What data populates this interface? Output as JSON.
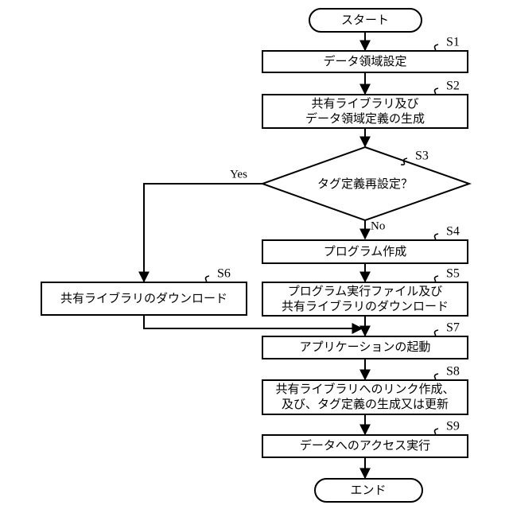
{
  "diagram": {
    "type": "flowchart",
    "language": "ja",
    "start_terminator": {
      "id": "start",
      "label": "スタート"
    },
    "end_terminator": {
      "id": "end",
      "label": "エンド"
    },
    "branch_labels": {
      "yes": "Yes",
      "no": "No"
    },
    "decision": {
      "id": "S3",
      "step_label": "S3",
      "text": "タグ定義再設定？",
      "yes_label": "Yes",
      "no_label": "No"
    },
    "steps": [
      {
        "id": "S1",
        "step_label": "S1",
        "lines": [
          "データ領域設定"
        ]
      },
      {
        "id": "S2",
        "step_label": "S2",
        "lines": [
          "共有ライブラリ及び",
          "データ領域定義の生成"
        ]
      },
      {
        "id": "S4",
        "step_label": "S4",
        "lines": [
          "プログラム作成"
        ]
      },
      {
        "id": "S5",
        "step_label": "S5",
        "lines": [
          "プログラム実行ファイル及び",
          "共有ライブラリのダウンロード"
        ]
      },
      {
        "id": "S6",
        "step_label": "S6",
        "lines": [
          "共有ライブラリのダウンロード"
        ]
      },
      {
        "id": "S7",
        "step_label": "S7",
        "lines": [
          "アプリケーションの起動"
        ]
      },
      {
        "id": "S8",
        "step_label": "S8",
        "lines": [
          "共有ライブラリへのリンク作成、",
          "及び、タグ定義の生成又は更新"
        ]
      },
      {
        "id": "S9",
        "step_label": "S9",
        "lines": [
          "データへのアクセス実行"
        ]
      }
    ],
    "colors": {
      "stroke": "#000000",
      "fill": "#ffffff",
      "background": "#ffffff"
    }
  }
}
